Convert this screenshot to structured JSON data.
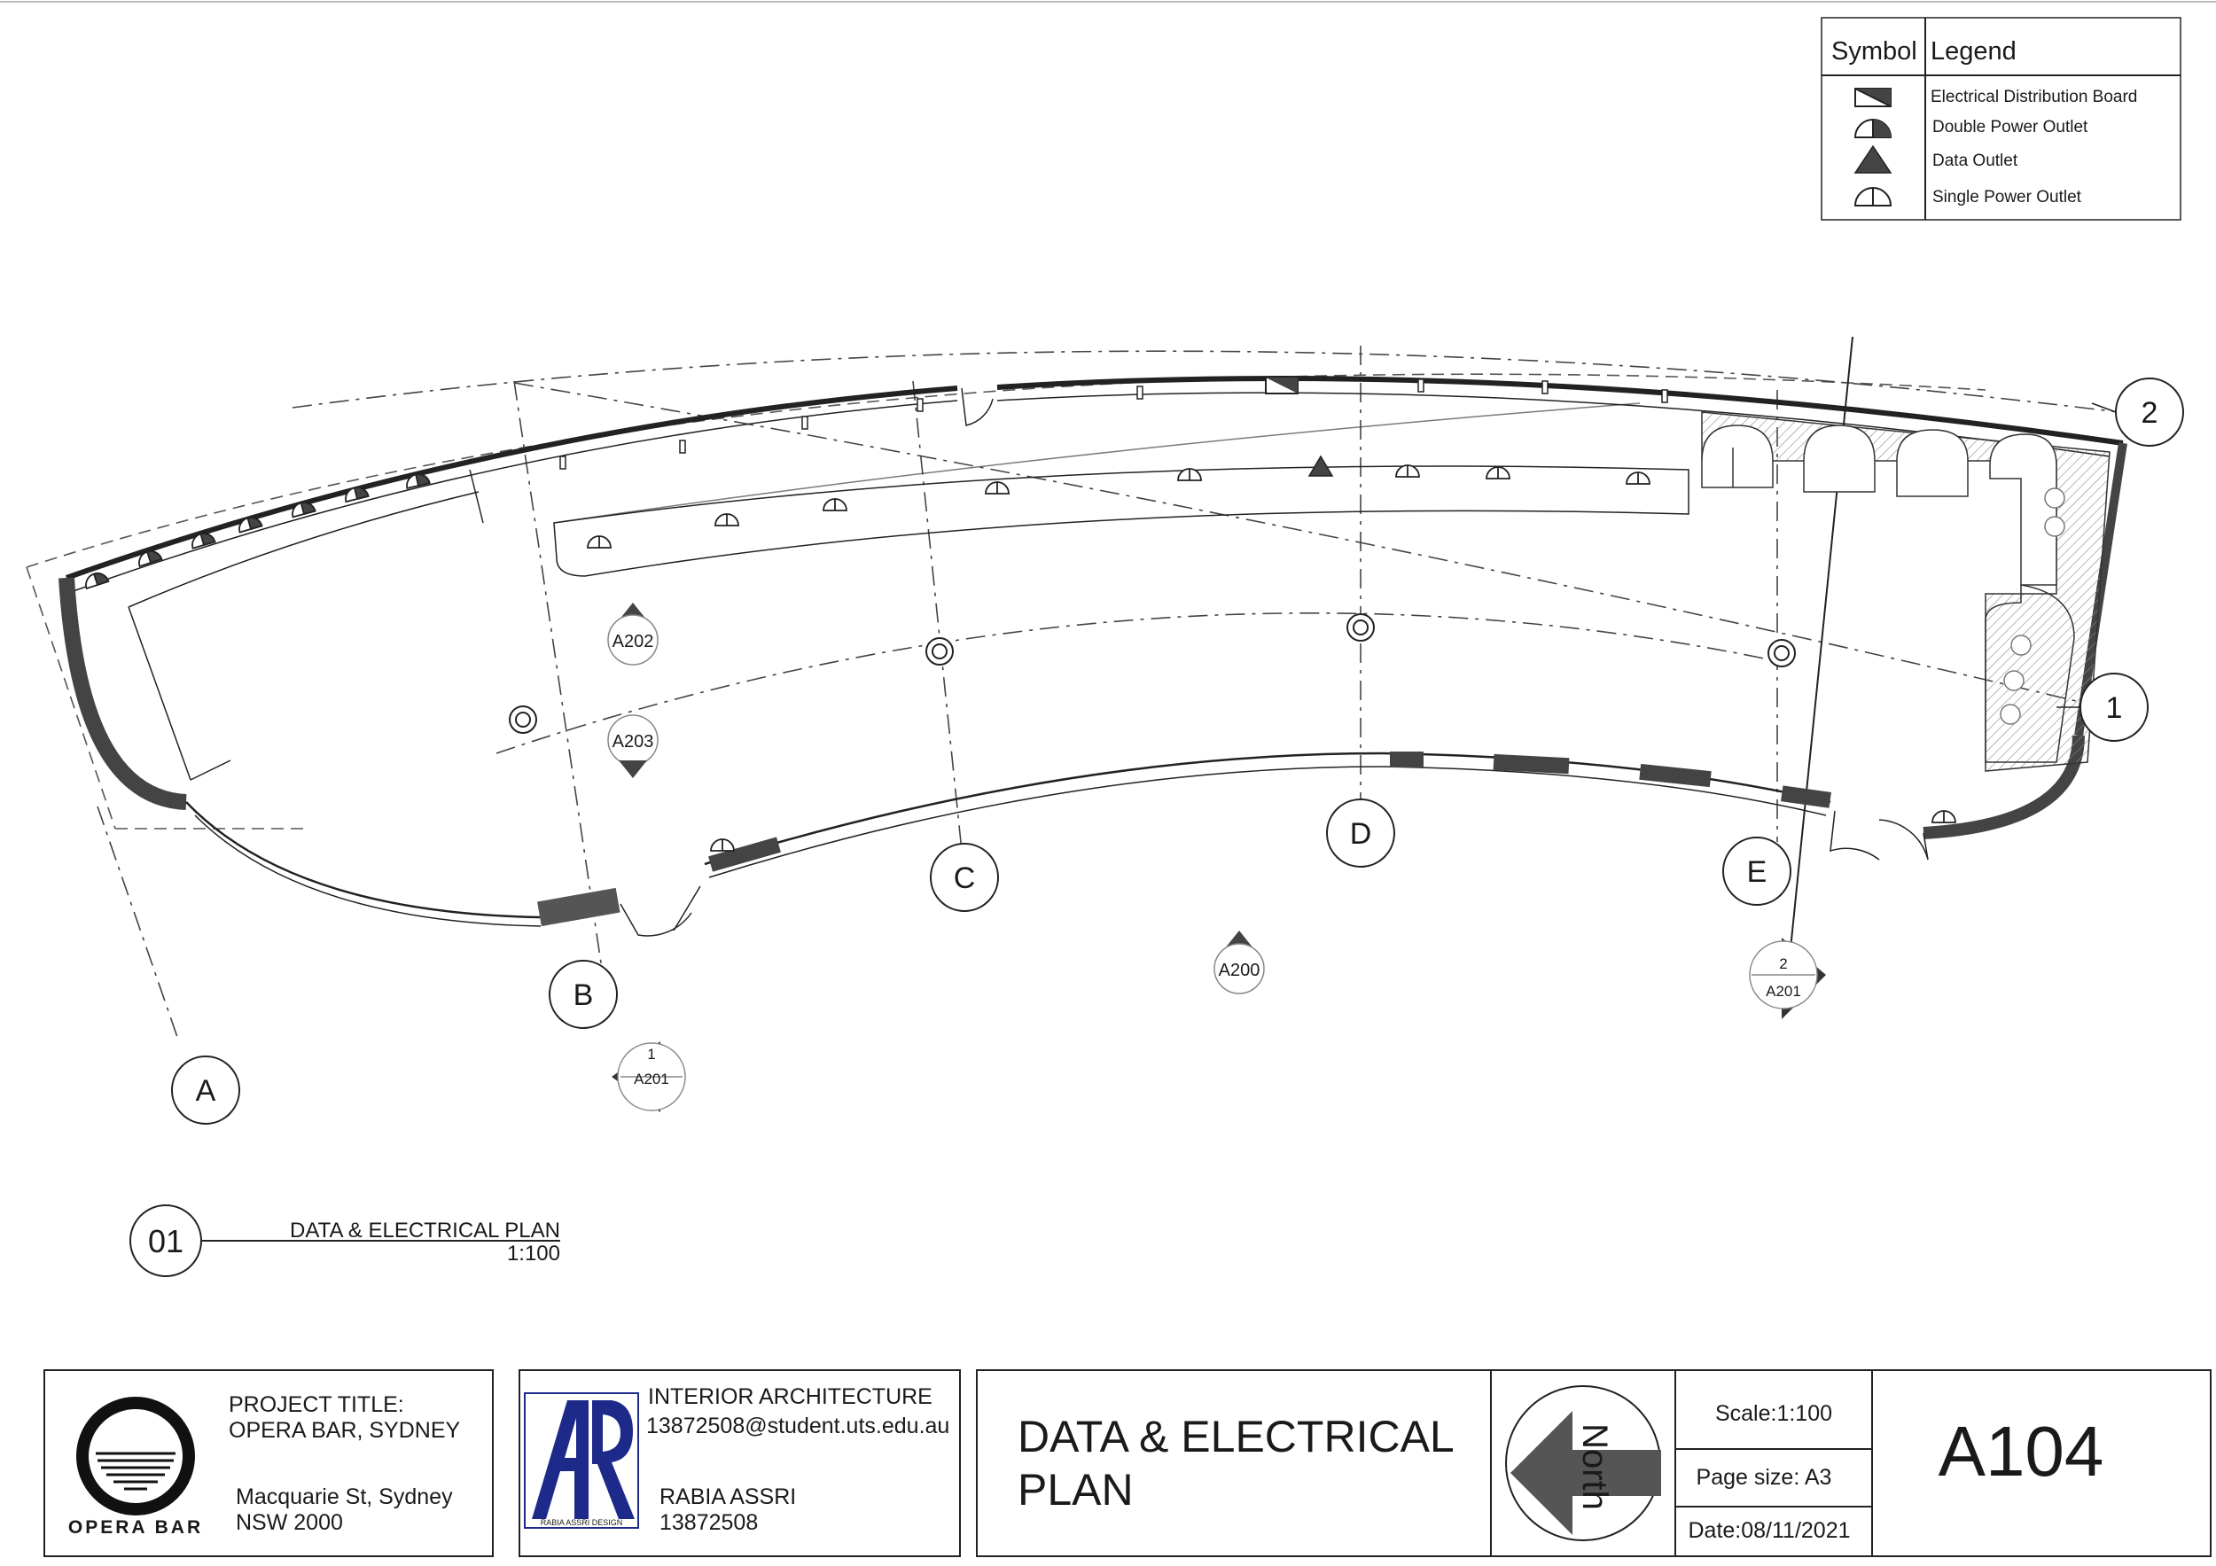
{
  "legend": {
    "header_symbol": "Symbol",
    "header_legend": "Legend",
    "items": [
      {
        "icon": "distribution-board-icon",
        "label": "Electrical Distribution Board"
      },
      {
        "icon": "double-power-outlet-icon",
        "label": "Double Power Outlet"
      },
      {
        "icon": "data-outlet-icon",
        "label": "Data Outlet"
      },
      {
        "icon": "single-power-outlet-icon",
        "label": "Single Power Outlet"
      }
    ]
  },
  "grid": {
    "A": "A",
    "B": "B",
    "C": "C",
    "D": "D",
    "E": "E",
    "row1": "1",
    "row2": "2"
  },
  "sections": {
    "a200": "A200",
    "a202": "A202",
    "a203": "A203",
    "s1_num": "1",
    "s1_sheet": "A201",
    "s2_num": "2",
    "s2_sheet": "A201"
  },
  "drawing_title": {
    "number": "01",
    "name": "DATA & ELECTRICAL PLAN",
    "scale": "1:100"
  },
  "title_block": {
    "logo_text": "OPERA BAR",
    "project_label": "PROJECT TITLE:",
    "project_name": "OPERA BAR, SYDNEY",
    "address_line1": "Macquarie St, Sydney",
    "address_line2": "NSW 2000",
    "designer_logo_caption": "RABIA ASSRI DESIGN",
    "course": "INTERIOR ARCHITECTURE",
    "email": "13872508@student.uts.edu.au",
    "designer_name": "RABIA ASSRI",
    "student_id": "13872508",
    "sheet_title_line1": "DATA & ELECTRICAL",
    "sheet_title_line2": "PLAN",
    "north_label": "North",
    "scale": "Scale:1:100",
    "page_size": "Page size:  A3",
    "date": "Date:08/11/2021",
    "sheet_number": "A104"
  }
}
